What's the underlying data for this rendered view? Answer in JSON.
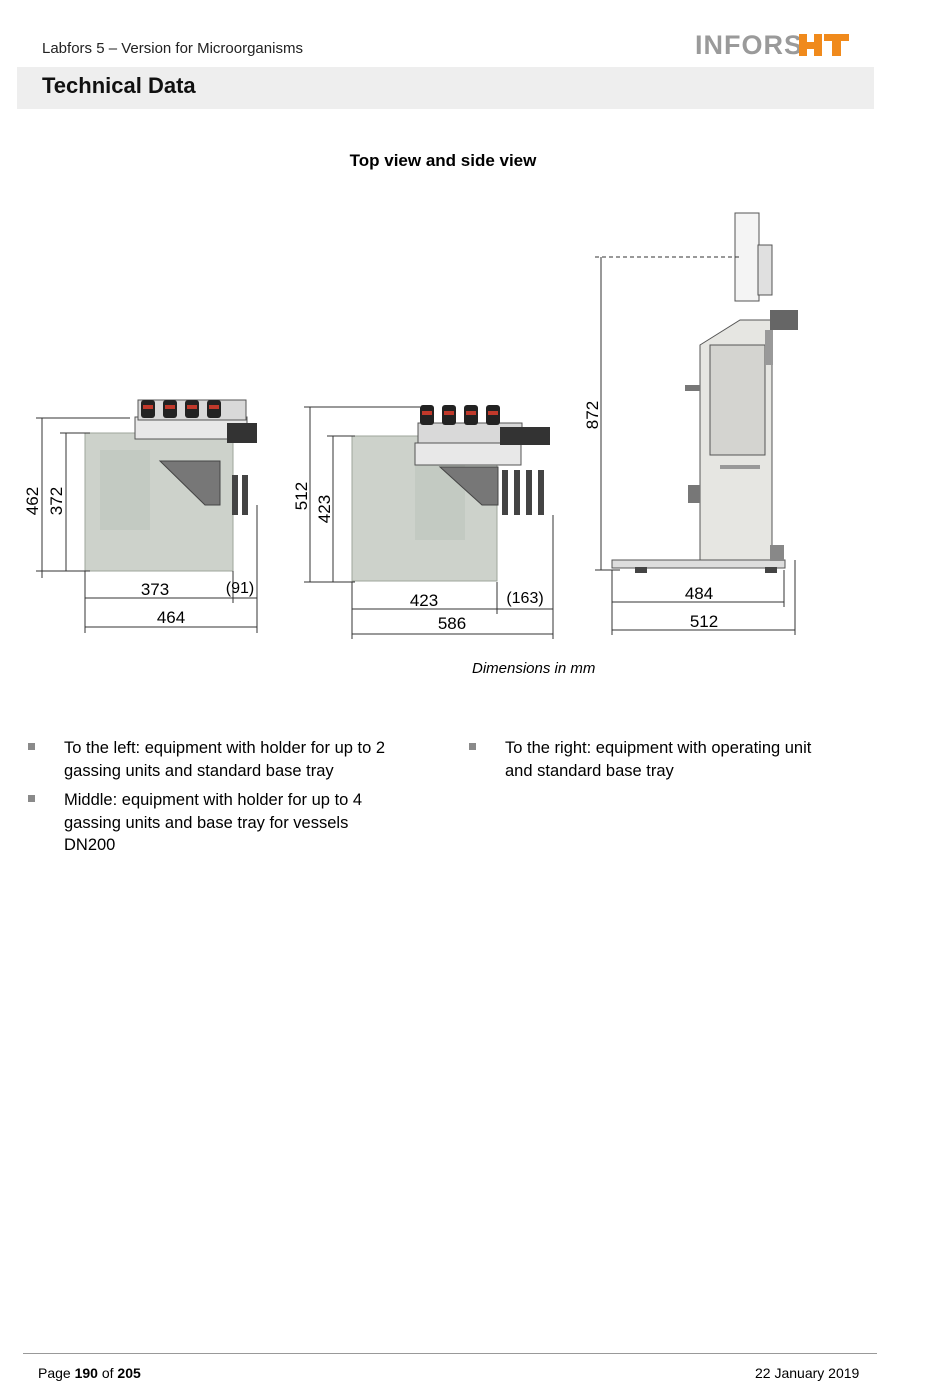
{
  "header": {
    "doc_subtitle": "Labfors 5 – Version for Microorganisms",
    "logo_text": "INFORS HT",
    "page_title": "Technical Data"
  },
  "figure": {
    "title": "Top view and side view",
    "caption": "Dimensions in mm",
    "views": [
      {
        "id": "left",
        "dims": {
          "height_total": "462",
          "height_body": "372",
          "width_body": "373",
          "width_extra": "(91)",
          "width_total": "464"
        }
      },
      {
        "id": "middle",
        "dims": {
          "height_total": "512",
          "height_body": "423",
          "width_body": "423",
          "width_extra": "(163)",
          "width_total": "586"
        }
      },
      {
        "id": "right",
        "dims": {
          "height_total": "872",
          "width_body": "484",
          "width_total": "512"
        }
      }
    ]
  },
  "bullets": {
    "left": [
      {
        "line1": "To the left: equipment with holder for up to 2",
        "line2": "gassing units and standard base tray"
      },
      {
        "line1": "Middle: equipment with holder for up to 4",
        "line2": "gassing units and base tray for vessels",
        "line3": "DN200"
      }
    ],
    "right": [
      {
        "line1": "To the right: equipment with operating unit",
        "line2": "and standard base tray"
      }
    ]
  },
  "footer": {
    "page_label": "Page",
    "page_number": "190",
    "page_of": "of",
    "page_total": "205",
    "date": "22 January 2019"
  },
  "colors": {
    "logo_gray": "#9a9a9a",
    "logo_orange": "#f08a1c",
    "title_bar": "#eeeeee",
    "bullet": "#8a8a8a"
  }
}
